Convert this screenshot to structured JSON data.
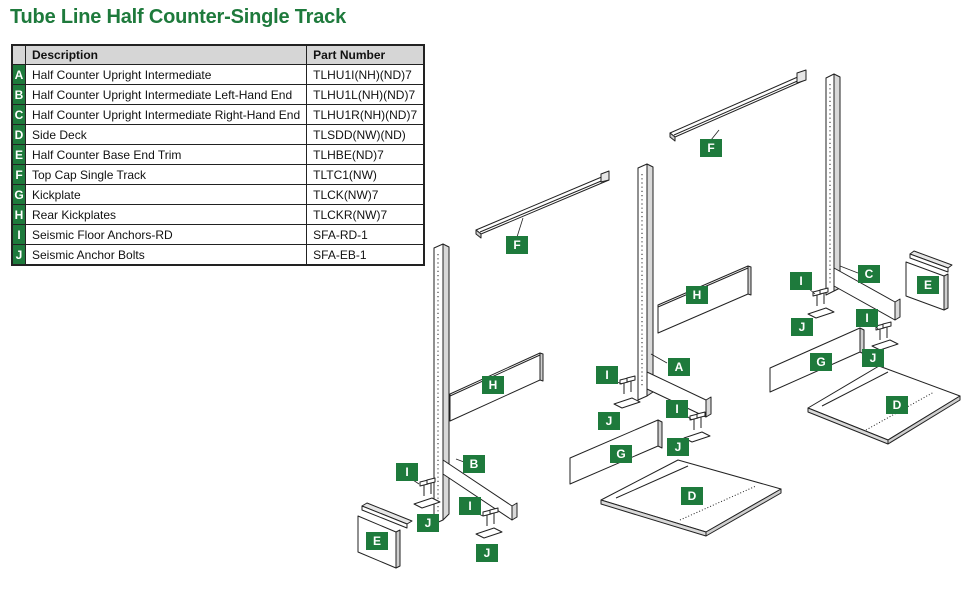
{
  "title": "Tube Line Half Counter-Single Track",
  "table": {
    "headers": [
      "Description",
      "Part Number"
    ],
    "rows": [
      {
        "letter": "A",
        "description": "Half Counter Upright Intermediate",
        "part_number": "TLHU1I(NH)(ND)7"
      },
      {
        "letter": "B",
        "description": "Half Counter Upright Intermediate Left-Hand End",
        "part_number": "TLHU1L(NH)(ND)7"
      },
      {
        "letter": "C",
        "description": "Half Counter Upright Intermediate Right-Hand End",
        "part_number": "TLHU1R(NH)(ND)7"
      },
      {
        "letter": "D",
        "description": "Side Deck",
        "part_number": "TLSDD(NW)(ND)"
      },
      {
        "letter": "E",
        "description": "Half Counter Base End Trim",
        "part_number": "TLHBE(ND)7"
      },
      {
        "letter": "F",
        "description": "Top Cap Single Track",
        "part_number": "TLTC1(NW)"
      },
      {
        "letter": "G",
        "description": "Kickplate",
        "part_number": "TLCK(NW)7"
      },
      {
        "letter": "H",
        "description": "Rear Kickplates",
        "part_number": "TLCKR(NW)7"
      },
      {
        "letter": "I",
        "description": "Seismic Floor Anchors-RD",
        "part_number": "SFA-RD-1"
      },
      {
        "letter": "J",
        "description": "Seismic Anchor Bolts",
        "part_number": "SFA-EB-1"
      }
    ]
  },
  "colors": {
    "accent_green": "#1e7a3c",
    "header_gray": "#d6d6d6",
    "line": "#222222"
  },
  "callouts": [
    {
      "name": "callout-f-1",
      "label": "F"
    },
    {
      "name": "callout-f-2",
      "label": "F"
    },
    {
      "name": "callout-h-1",
      "label": "H"
    },
    {
      "name": "callout-h-2",
      "label": "H"
    },
    {
      "name": "callout-b",
      "label": "B"
    },
    {
      "name": "callout-a",
      "label": "A"
    },
    {
      "name": "callout-c",
      "label": "C"
    },
    {
      "name": "callout-e-1",
      "label": "E"
    },
    {
      "name": "callout-e-2",
      "label": "E"
    },
    {
      "name": "callout-d-1",
      "label": "D"
    },
    {
      "name": "callout-d-2",
      "label": "D"
    },
    {
      "name": "callout-g-1",
      "label": "G"
    },
    {
      "name": "callout-g-2",
      "label": "G"
    },
    {
      "name": "callout-i-1",
      "label": "I"
    },
    {
      "name": "callout-i-2",
      "label": "I"
    },
    {
      "name": "callout-i-3",
      "label": "I"
    },
    {
      "name": "callout-i-4",
      "label": "I"
    },
    {
      "name": "callout-i-5",
      "label": "I"
    },
    {
      "name": "callout-i-6",
      "label": "I"
    },
    {
      "name": "callout-j-1",
      "label": "J"
    },
    {
      "name": "callout-j-2",
      "label": "J"
    },
    {
      "name": "callout-j-3",
      "label": "J"
    },
    {
      "name": "callout-j-4",
      "label": "J"
    },
    {
      "name": "callout-j-5",
      "label": "J"
    },
    {
      "name": "callout-j-6",
      "label": "J"
    }
  ]
}
